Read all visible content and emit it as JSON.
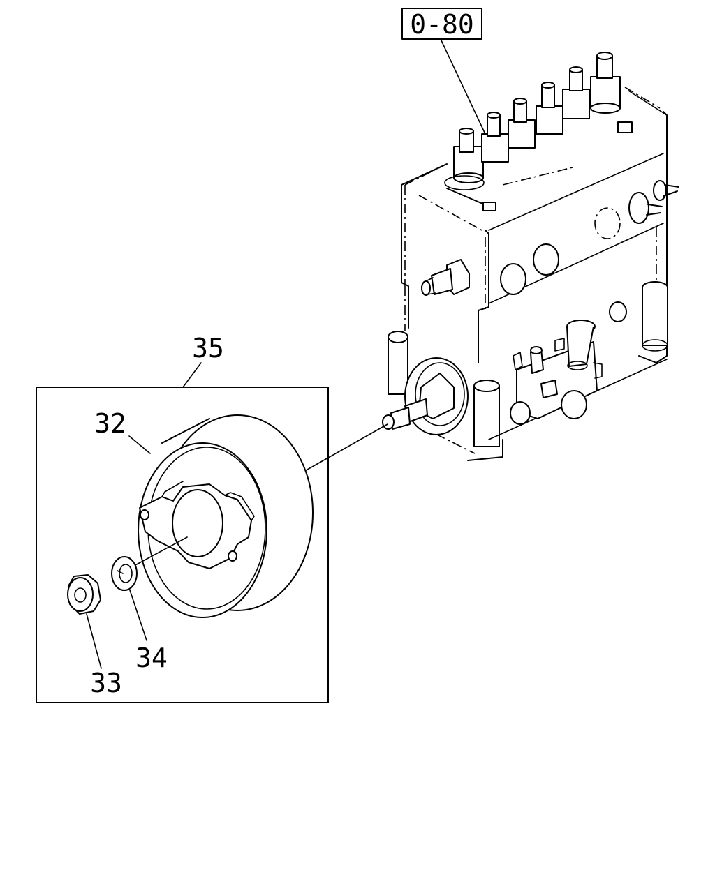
{
  "diagram": {
    "reference_box": "0-80",
    "callouts": {
      "assembly": "35",
      "drum": "32",
      "nut": "33",
      "washer": "34"
    }
  }
}
